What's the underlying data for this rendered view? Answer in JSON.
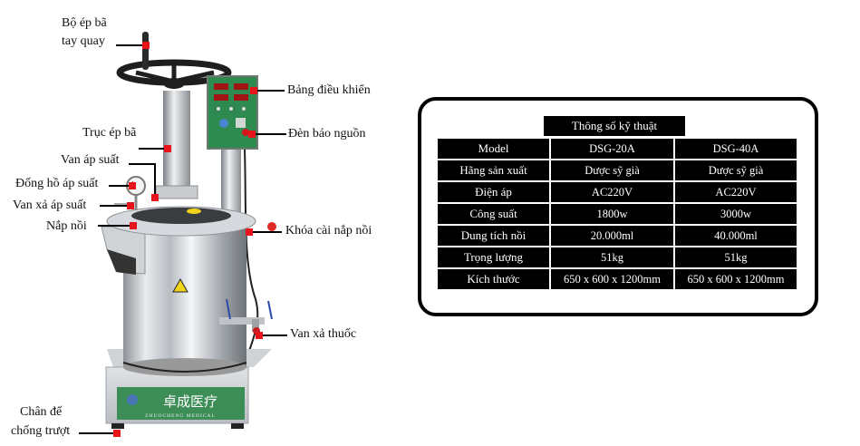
{
  "callouts": {
    "handwheel": [
      "Bộ ép bã",
      "tay quay"
    ],
    "control_panel": "Bảng điều khiển",
    "press_shaft": "Trục ép bã",
    "power_light": "Đèn báo nguồn",
    "pressure_valve": "Van áp suất",
    "pressure_gauge": "Đống hồ áp suất",
    "pressure_release_valve": "Van xả áp suất",
    "pot_lid": "Nắp nồi",
    "lid_lock": "Khóa cài nắp nồi",
    "drain_valve": "Van xả thuốc",
    "anti_slip_feet": [
      "Chân đế",
      "chống trượt"
    ]
  },
  "machine": {
    "brand_chinese": "卓成医疗",
    "brand_latin": "ZHUOCHENG MEDICAL",
    "accent_color": "#e8141c",
    "panel_color": "#2f8a52",
    "base_plate_color": "#3d8d57"
  },
  "specs": {
    "title": "Thông số kỹ thuật",
    "rows": [
      [
        "Model",
        "DSG-20A",
        "DSG-40A"
      ],
      [
        "Hãng sản xuất",
        "Dược sỹ già",
        "Dược sỹ già"
      ],
      [
        "Điện áp",
        "AC220V",
        "AC220V"
      ],
      [
        "Công suất",
        "1800w",
        "3000w"
      ],
      [
        "Dung tích nồi",
        "20.000ml",
        "40.000ml"
      ],
      [
        "Trọng lượng",
        "51kg",
        "51kg"
      ],
      [
        "Kích thước",
        "650 x 600 x 1200mm",
        "650 x 600 x 1200mm"
      ]
    ]
  }
}
